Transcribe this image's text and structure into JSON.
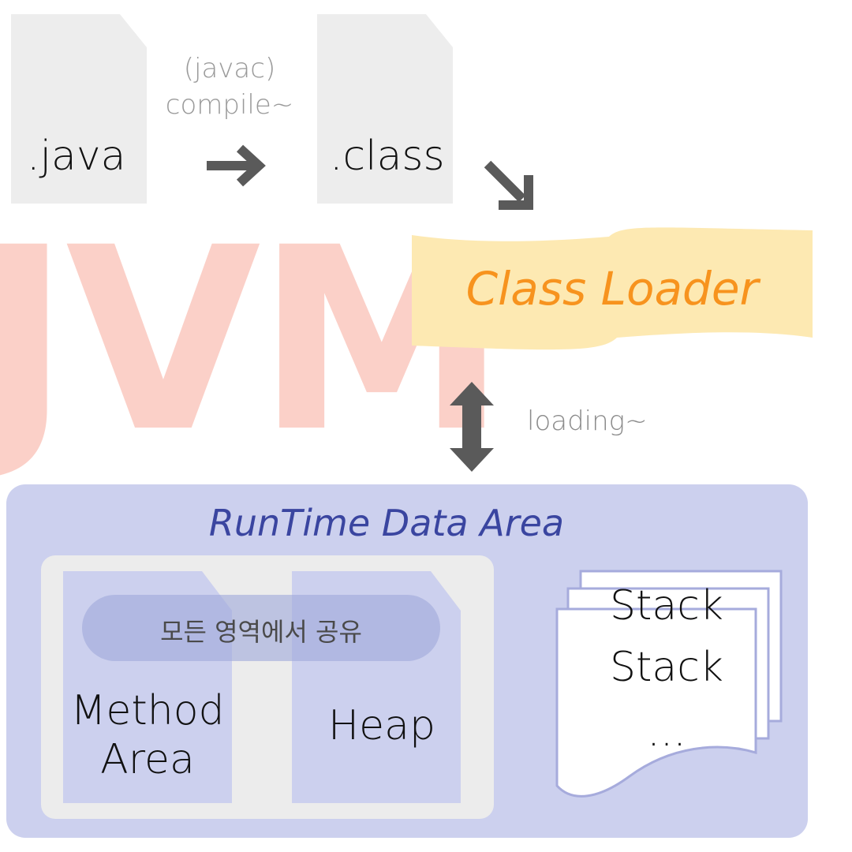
{
  "diagram": {
    "watermark": "JVM",
    "source_file": ".java",
    "compile_step": "(javac) compile~",
    "class_file": ".class",
    "class_loader": "Class Loader",
    "loading_step": "loading~",
    "runtime_area": {
      "title": "RunTime Data Area",
      "shared_note": "모든 영역에서 공유",
      "method_area": "Method Area",
      "heap": "Heap",
      "stacks": [
        "Stack",
        "Stack",
        "..."
      ]
    }
  },
  "colors": {
    "file_gray": "#ededed",
    "arrow_gray": "#5a5a5a",
    "loader_yellow": "#fde9b2",
    "loader_text": "#f7931e",
    "runtime_bg": "#ccd0ee",
    "runtime_title": "#3a45a0",
    "watermark": "#fbd0c8"
  }
}
